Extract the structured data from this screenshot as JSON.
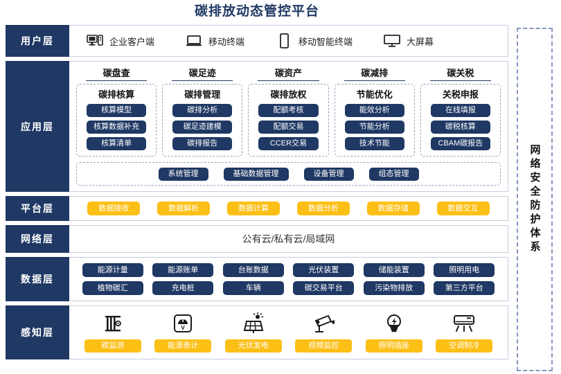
{
  "title": "碳排放动态管控平台",
  "security_sidebar": {
    "label": "网络安全防护体系"
  },
  "layers": {
    "user": {
      "label": "用户层",
      "items": [
        {
          "icon": "desktop-tower-icon",
          "label": "企业客户端"
        },
        {
          "icon": "laptop-icon",
          "label": "移动终端"
        },
        {
          "icon": "smartphone-icon",
          "label": "移动智能终端"
        },
        {
          "icon": "large-screen-icon",
          "label": "大屏幕"
        }
      ]
    },
    "application": {
      "label": "应用层",
      "columns": [
        {
          "title": "碳盘查",
          "box_title": "碳排核算",
          "items": [
            "核算模型",
            "核算数据补充",
            "核算清单"
          ]
        },
        {
          "title": "碳足迹",
          "box_title": "碳排管理",
          "items": [
            "碳排分析",
            "碳足迹建模",
            "碳排报告"
          ]
        },
        {
          "title": "碳资产",
          "box_title": "碳排放权",
          "items": [
            "配额考核",
            "配额交易",
            "CCER交易"
          ]
        },
        {
          "title": "碳减排",
          "box_title": "节能优化",
          "items": [
            "能效分析",
            "节能分析",
            "技术节能"
          ]
        },
        {
          "title": "碳关税",
          "box_title": "关税申报",
          "items": [
            "在线填报",
            "碳税核算",
            "CBAM碳报告"
          ]
        }
      ],
      "management": [
        "系统管理",
        "基础数据管理",
        "设备管理",
        "组态管理"
      ]
    },
    "platform": {
      "label": "平台层",
      "items": [
        "数据接收",
        "数据解析",
        "数据计算",
        "数据分析",
        "数据存储",
        "数据交互"
      ]
    },
    "network": {
      "label": "网络层",
      "text": "公有云/私有云/局域网"
    },
    "data": {
      "label": "数据层",
      "row1": [
        "能源计量",
        "能源账单",
        "台账数据",
        "光伏装置",
        "储能装置",
        "照明用电"
      ],
      "row2": [
        "植物碳汇",
        "充电桩",
        "车辆",
        "碳交易平台",
        "污染物排放",
        "第三方平台"
      ]
    },
    "sense": {
      "label": "感知层",
      "items": [
        {
          "icon": "carbon-monitor-icon",
          "label": "碳监测"
        },
        {
          "icon": "energy-meter-icon",
          "label": "能源表计"
        },
        {
          "icon": "solar-panel-icon",
          "label": "光伏发电"
        },
        {
          "icon": "cctv-camera-icon",
          "label": "视频监控"
        },
        {
          "icon": "light-bulb-icon",
          "label": "照明插座"
        },
        {
          "icon": "air-conditioner-icon",
          "label": "空调制冷"
        }
      ]
    }
  },
  "colors": {
    "navy": "#1f3864",
    "yellow": "#fcbf16",
    "border": "#c6cde0",
    "dashed": "#9aa3b8"
  }
}
